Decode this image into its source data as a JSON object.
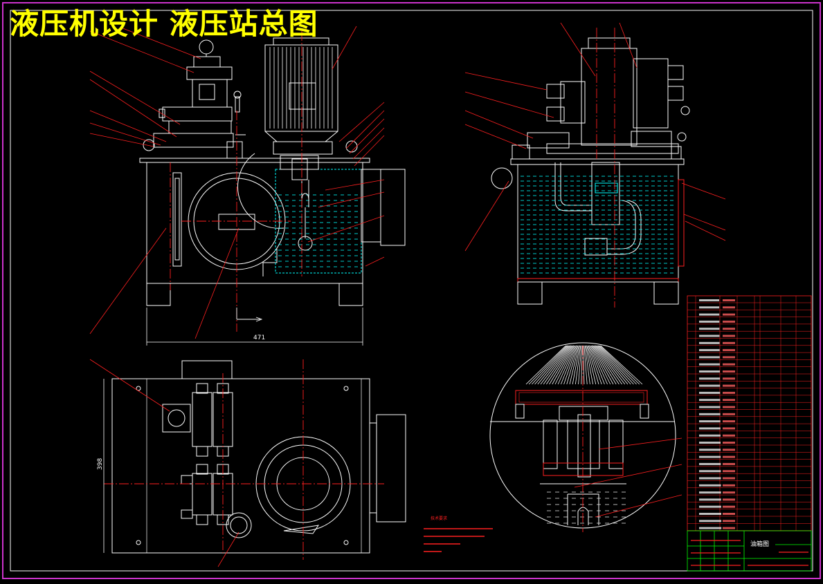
{
  "drawing": {
    "title": "液压机设计 液压站总图",
    "dim_width": "471",
    "dim_height": "398",
    "tb_title": "油箱图",
    "notes_heading": "技术要求"
  },
  "colors": {
    "background": "#000000",
    "frame": "#cc33cc",
    "outline": "#ffffff",
    "centerline": "#ff2020",
    "hatch": "#00ffff",
    "title": "#ffff00",
    "titleblock": "#00ff00"
  }
}
